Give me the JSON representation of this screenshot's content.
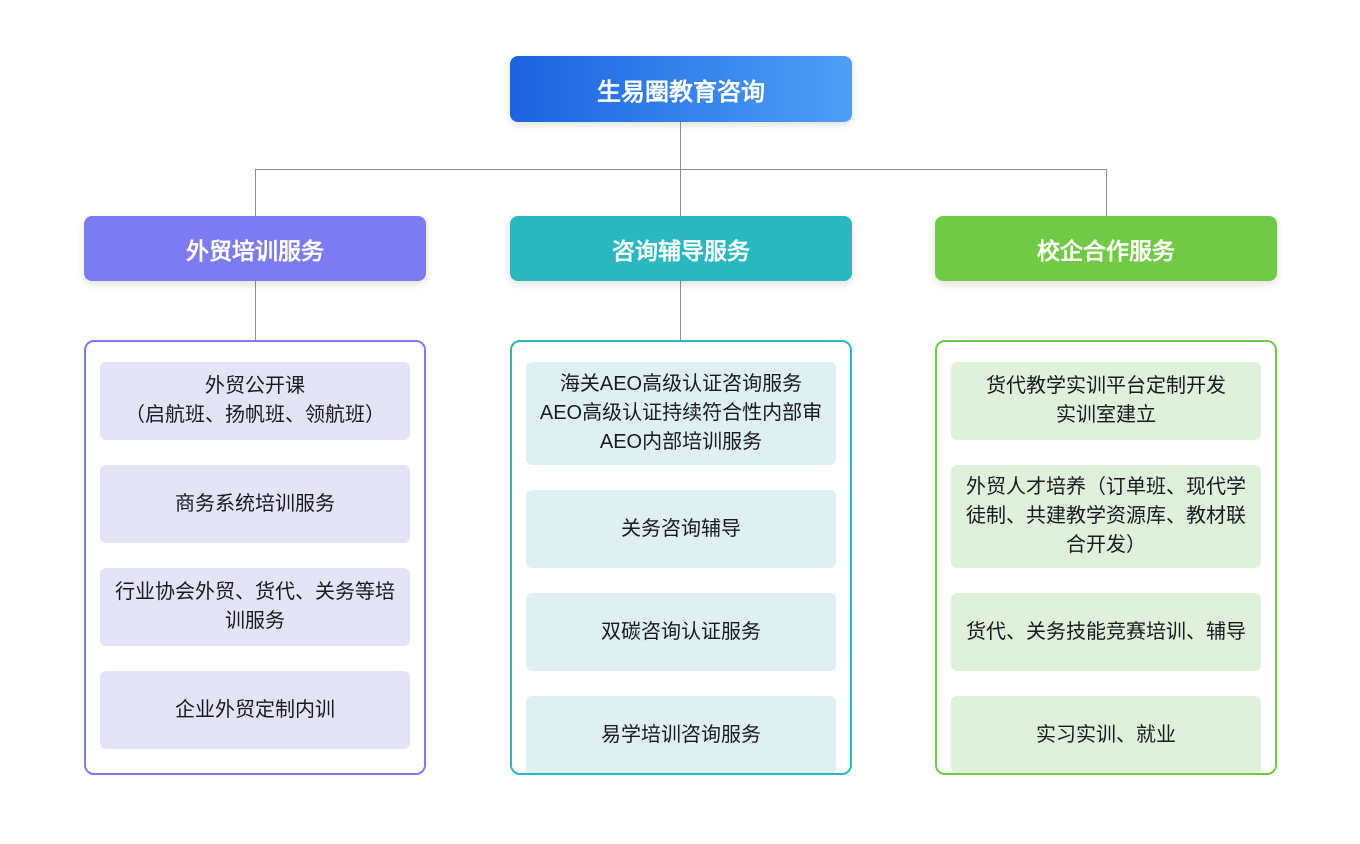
{
  "root": {
    "label": "生易圈教育咨询",
    "gradient_start": "#1b63e0",
    "gradient_end": "#4d9ff7",
    "text_color": "#ffffff"
  },
  "connector_color": "#878e96",
  "branches": [
    {
      "label": "外贸培训服务",
      "color": "#7c7bf1",
      "leaf_background": "#e5e3f8",
      "items": [
        "外贸公开课\n（启航班、扬帆班、领航班）",
        "商务系统培训服务",
        "行业协会外贸、货代、关务等培\n训服务",
        "企业外贸定制内训"
      ]
    },
    {
      "label": "咨询辅导服务",
      "color": "#28b8bd",
      "leaf_background": "#dff0f2",
      "items": [
        "海关AEO高级认证咨询服务\nAEO高级认证持续符合性内部审\nAEO内部培训服务",
        "关务咨询辅导",
        "双碳咨询认证服务",
        "易学培训咨询服务"
      ]
    },
    {
      "label": "校企合作服务",
      "color": "#71ca45",
      "leaf_background": "#e0f1db",
      "items": [
        "货代教学实训平台定制开发\n实训室建立",
        "外贸人才培养（订单班、现代学\n徒制、共建教学资源库、教材联\n合开发）",
        "货代、关务技能竞赛培训、辅导",
        "实习实训、就业"
      ]
    }
  ]
}
